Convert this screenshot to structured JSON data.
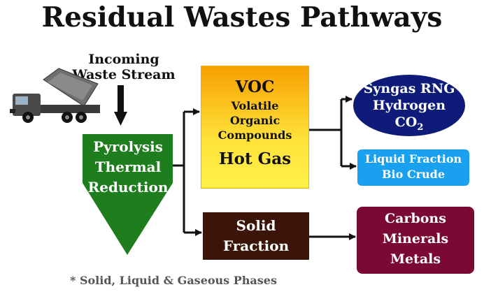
{
  "title": "Residual Wastes Pathways",
  "incoming": {
    "line1": "Incoming",
    "line2": "Waste Stream"
  },
  "truck": {
    "icon": "dump-truck-icon"
  },
  "pyrolysis": {
    "line1": "Pyrolysis",
    "line2": "Thermal",
    "line3": "Reduction",
    "color": "#1e7d1c"
  },
  "voc": {
    "title": "VOC",
    "sub1": "Volatile",
    "sub2": "Organic",
    "sub3": "Compounds",
    "hot_gas": "Hot Gas"
  },
  "solid": {
    "line1": "Solid",
    "line2": "Fraction",
    "color": "#3b1508"
  },
  "syngas": {
    "line1": "Syngas RNG",
    "line2": "Hydrogen",
    "line3": "CO",
    "subscript": "2",
    "color": "#0f1b78"
  },
  "liquid": {
    "line1": "Liquid Fraction",
    "line2": "Bio Crude",
    "color": "#19a0ee"
  },
  "solid_products": {
    "line1": "Carbons",
    "line2": "Minerals",
    "line3": "Metals",
    "color": "#7a0a33"
  },
  "footnote": "* Solid, Liquid & Gaseous Phases"
}
